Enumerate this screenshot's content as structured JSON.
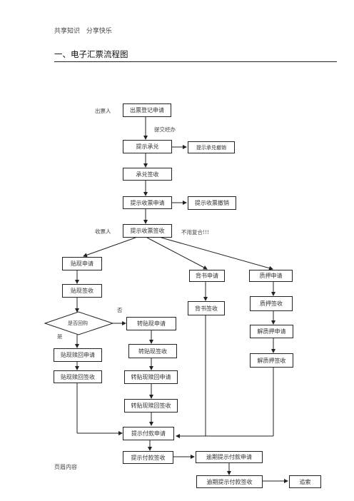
{
  "header": {
    "text": "共享知识 分享快乐"
  },
  "section_title": "一、电子汇票流程图",
  "labels": {
    "drawer": "出票人",
    "submit_transfer": "提交经办",
    "payee": "收票人",
    "no_compound": "不用复合!!!",
    "no": "否",
    "yes": "是"
  },
  "nodes": {
    "issue_register": "出票登记申请",
    "prompt_accept": "提示承兑",
    "prompt_accept_cancel": "提示承兑撤销",
    "accept_sign": "承兑签收",
    "prompt_receive_apply": "提示收票申请",
    "prompt_receive_cancel": "提示收票撤销",
    "prompt_receive_sign": "提示收票签收",
    "discount_apply": "贴现申请",
    "discount_sign": "贴现签收",
    "is_repurchase": "是否回购",
    "discount_redeem_apply": "贴现赎回申请",
    "discount_redeem_sign": "贴现赎回签收",
    "rediscount_apply": "转贴现申请",
    "rediscount_sign": "转贴现签收",
    "rediscount_redeem_apply": "转贴现赎回申请",
    "rediscount_redeem_sign": "转贴现赎回签收",
    "endorse_apply": "背书申请",
    "endorse_sign": "背书签收",
    "pledge_apply": "质押申请",
    "pledge_sign": "质押签收",
    "unpledge_apply": "解质押申请",
    "unpledge_sign": "解质押签收",
    "prompt_payment_apply": "提示付款申请",
    "prompt_payment_sign": "提示付款签收",
    "overdue_payment_apply": "逾期提示付款申请",
    "overdue_payment_sign": "逾期提示付款签收",
    "recourse": "追索"
  },
  "footer": {
    "text": "页眉内容"
  }
}
